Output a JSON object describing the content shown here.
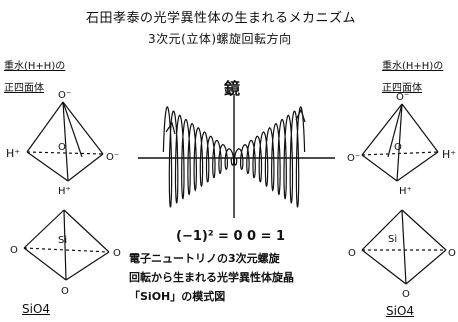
{
  "title": {
    "line1": "石田孝泰の光学異性体の生まれるメカニズム",
    "line2": "3次元(立体)螺旋回転方向"
  },
  "left_header": {
    "line1": "重水(H+H)の",
    "line2": "正四面体"
  },
  "right_header": {
    "line1": "重水(H+H)の",
    "line2": "正四面体"
  },
  "mirror_label": "鏡",
  "equation": "(−1)² = 0  0 = 1",
  "caption": {
    "line1": "電子ニュートリノの3次元螺旋",
    "line2": "回転から生まれる光学異性体旋晶",
    "line3": "「SiOH」の模式図"
  },
  "sio4_left": "SiO4",
  "sio4_right": "SiO4",
  "tetra_labels": {
    "top_left": {
      "o_top": "O⁻",
      "h_left": "H⁺",
      "o_right": "O⁻",
      "o_center": "O",
      "h_bottom": "H⁺"
    },
    "top_right": {
      "o_top": "O⁻",
      "o_left": "O⁻",
      "h_right": "H⁺",
      "o_center": "O",
      "h_bottom": "H⁺"
    },
    "bottom_left": {
      "o_left": "O",
      "si": "Si",
      "o_right": "O",
      "o_bottom": "O"
    },
    "bottom_right": {
      "o_left": "O",
      "si": "Si",
      "o_right": "O",
      "o_bottom": "O"
    }
  },
  "colors": {
    "ink": "#111111",
    "background": "#ffffff"
  }
}
